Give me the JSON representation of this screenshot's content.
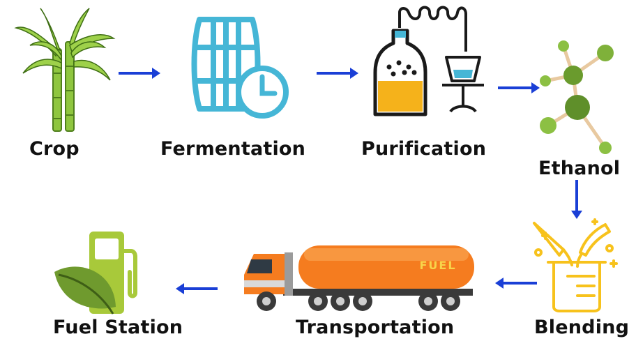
{
  "steps": [
    {
      "id": "crop",
      "label": "Crop",
      "icon": "sugarcane-icon"
    },
    {
      "id": "fermentation",
      "label": "Fermentation",
      "icon": "barrel-clock-icon"
    },
    {
      "id": "purification",
      "label": "Purification",
      "icon": "distillation-flask-icon"
    },
    {
      "id": "ethanol",
      "label": "Ethanol",
      "icon": "molecule-icon"
    },
    {
      "id": "blending",
      "label": "Blending",
      "icon": "mixing-beaker-icon"
    },
    {
      "id": "transportation",
      "label": "Transportation",
      "icon": "tanker-truck-icon",
      "truck_text": "FUEL"
    },
    {
      "id": "fuel-station",
      "label": "Fuel Station",
      "icon": "fuel-pump-leaf-icon"
    }
  ],
  "colors": {
    "arrow": "#1a3fd6",
    "barrel": "#45b6d6",
    "flask_liquid": "#f5b21b",
    "leaf": "#6f9a2e",
    "pump": "#a8c93a",
    "truck_tank": "#f57c1f",
    "blend": "#f7c21c",
    "text": "#111111"
  }
}
